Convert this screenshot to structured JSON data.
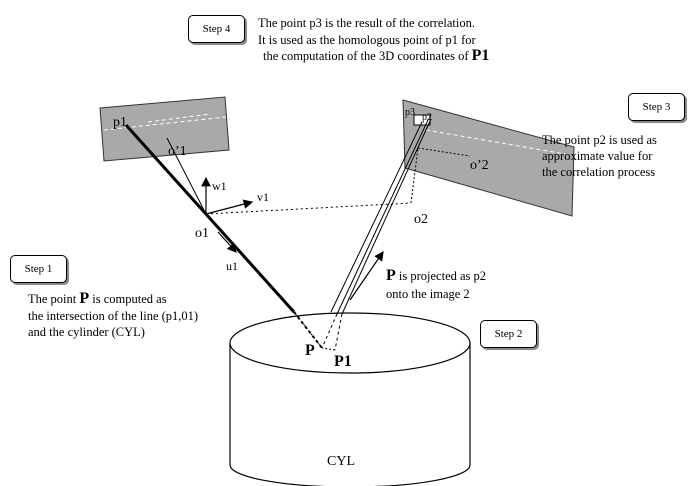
{
  "steps": {
    "step1": {
      "label": "Step 1",
      "text_before": "The point ",
      "bold": "P",
      "text_after": " is computed as",
      "line2": "the intersection of the line (p1,01)",
      "line3": "and the cylinder (CYL)"
    },
    "step2": {
      "label": "Step 2",
      "bold": "P",
      "text_after": " is projected as p2",
      "line2": "onto the image 2"
    },
    "step3": {
      "label": "Step 3",
      "line1": "The point p2 is used as",
      "line2": "approximate value for",
      "line3": "the correlation process"
    },
    "step4": {
      "label": "Step 4",
      "line1": "The point p3 is the result of the correlation.",
      "line2": "It is used as the homologous point of p1  for",
      "line3_before": "the computation of the 3D coordinates of ",
      "bold": "P1"
    }
  },
  "labels": {
    "p1": "p1",
    "o1_prime": "o’1",
    "w1": "w1",
    "v1": "v1",
    "u1": "u1",
    "o1": "o1",
    "o2": "o2",
    "o2_prime": "o’2",
    "p3": "p3",
    "p2": "p2",
    "P": "P",
    "P1": "P1",
    "cyl": "CYL"
  },
  "colors": {
    "image_plane_fill": "#a9a9a9",
    "line": "#000000",
    "background": "#ffffff"
  }
}
